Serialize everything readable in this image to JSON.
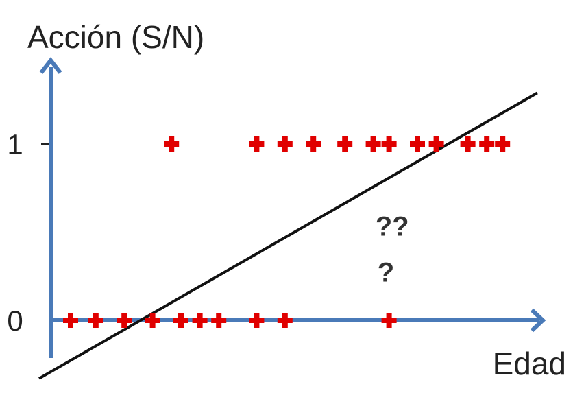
{
  "chart_data": {
    "type": "scatter",
    "title": "",
    "xlabel": "Edad",
    "ylabel": "Acción (S/N)",
    "yticks": [
      {
        "value": 0,
        "label": "0"
      },
      {
        "value": 1,
        "label": "1"
      }
    ],
    "xlim": [
      0,
      15
    ],
    "ylim": [
      -0.2,
      1.5
    ],
    "marker": "plus",
    "marker_color": "#e00000",
    "axis_color": "#4a7ab8",
    "line_color": "#111111",
    "points": [
      {
        "x": 0.5,
        "y": 0
      },
      {
        "x": 1.3,
        "y": 0
      },
      {
        "x": 2.2,
        "y": 0
      },
      {
        "x": 3.1,
        "y": 0
      },
      {
        "x": 4.0,
        "y": 0
      },
      {
        "x": 4.6,
        "y": 0
      },
      {
        "x": 5.2,
        "y": 0
      },
      {
        "x": 6.4,
        "y": 0
      },
      {
        "x": 7.3,
        "y": 0
      },
      {
        "x": 10.6,
        "y": 0
      },
      {
        "x": 3.7,
        "y": 1
      },
      {
        "x": 6.4,
        "y": 1
      },
      {
        "x": 7.3,
        "y": 1
      },
      {
        "x": 8.2,
        "y": 1
      },
      {
        "x": 9.2,
        "y": 1
      },
      {
        "x": 10.1,
        "y": 1
      },
      {
        "x": 10.6,
        "y": 1
      },
      {
        "x": 11.5,
        "y": 1
      },
      {
        "x": 12.1,
        "y": 1
      },
      {
        "x": 13.1,
        "y": 1
      },
      {
        "x": 13.7,
        "y": 1
      },
      {
        "x": 14.2,
        "y": 1
      }
    ],
    "fit_line": {
      "x": [
        -0.5,
        15.3
      ],
      "y": [
        -0.33,
        1.29
      ]
    },
    "annotations": [
      {
        "text": "??",
        "x": 10.7,
        "y": 0.48
      },
      {
        "text": "?",
        "x": 10.5,
        "y": 0.22
      }
    ]
  }
}
